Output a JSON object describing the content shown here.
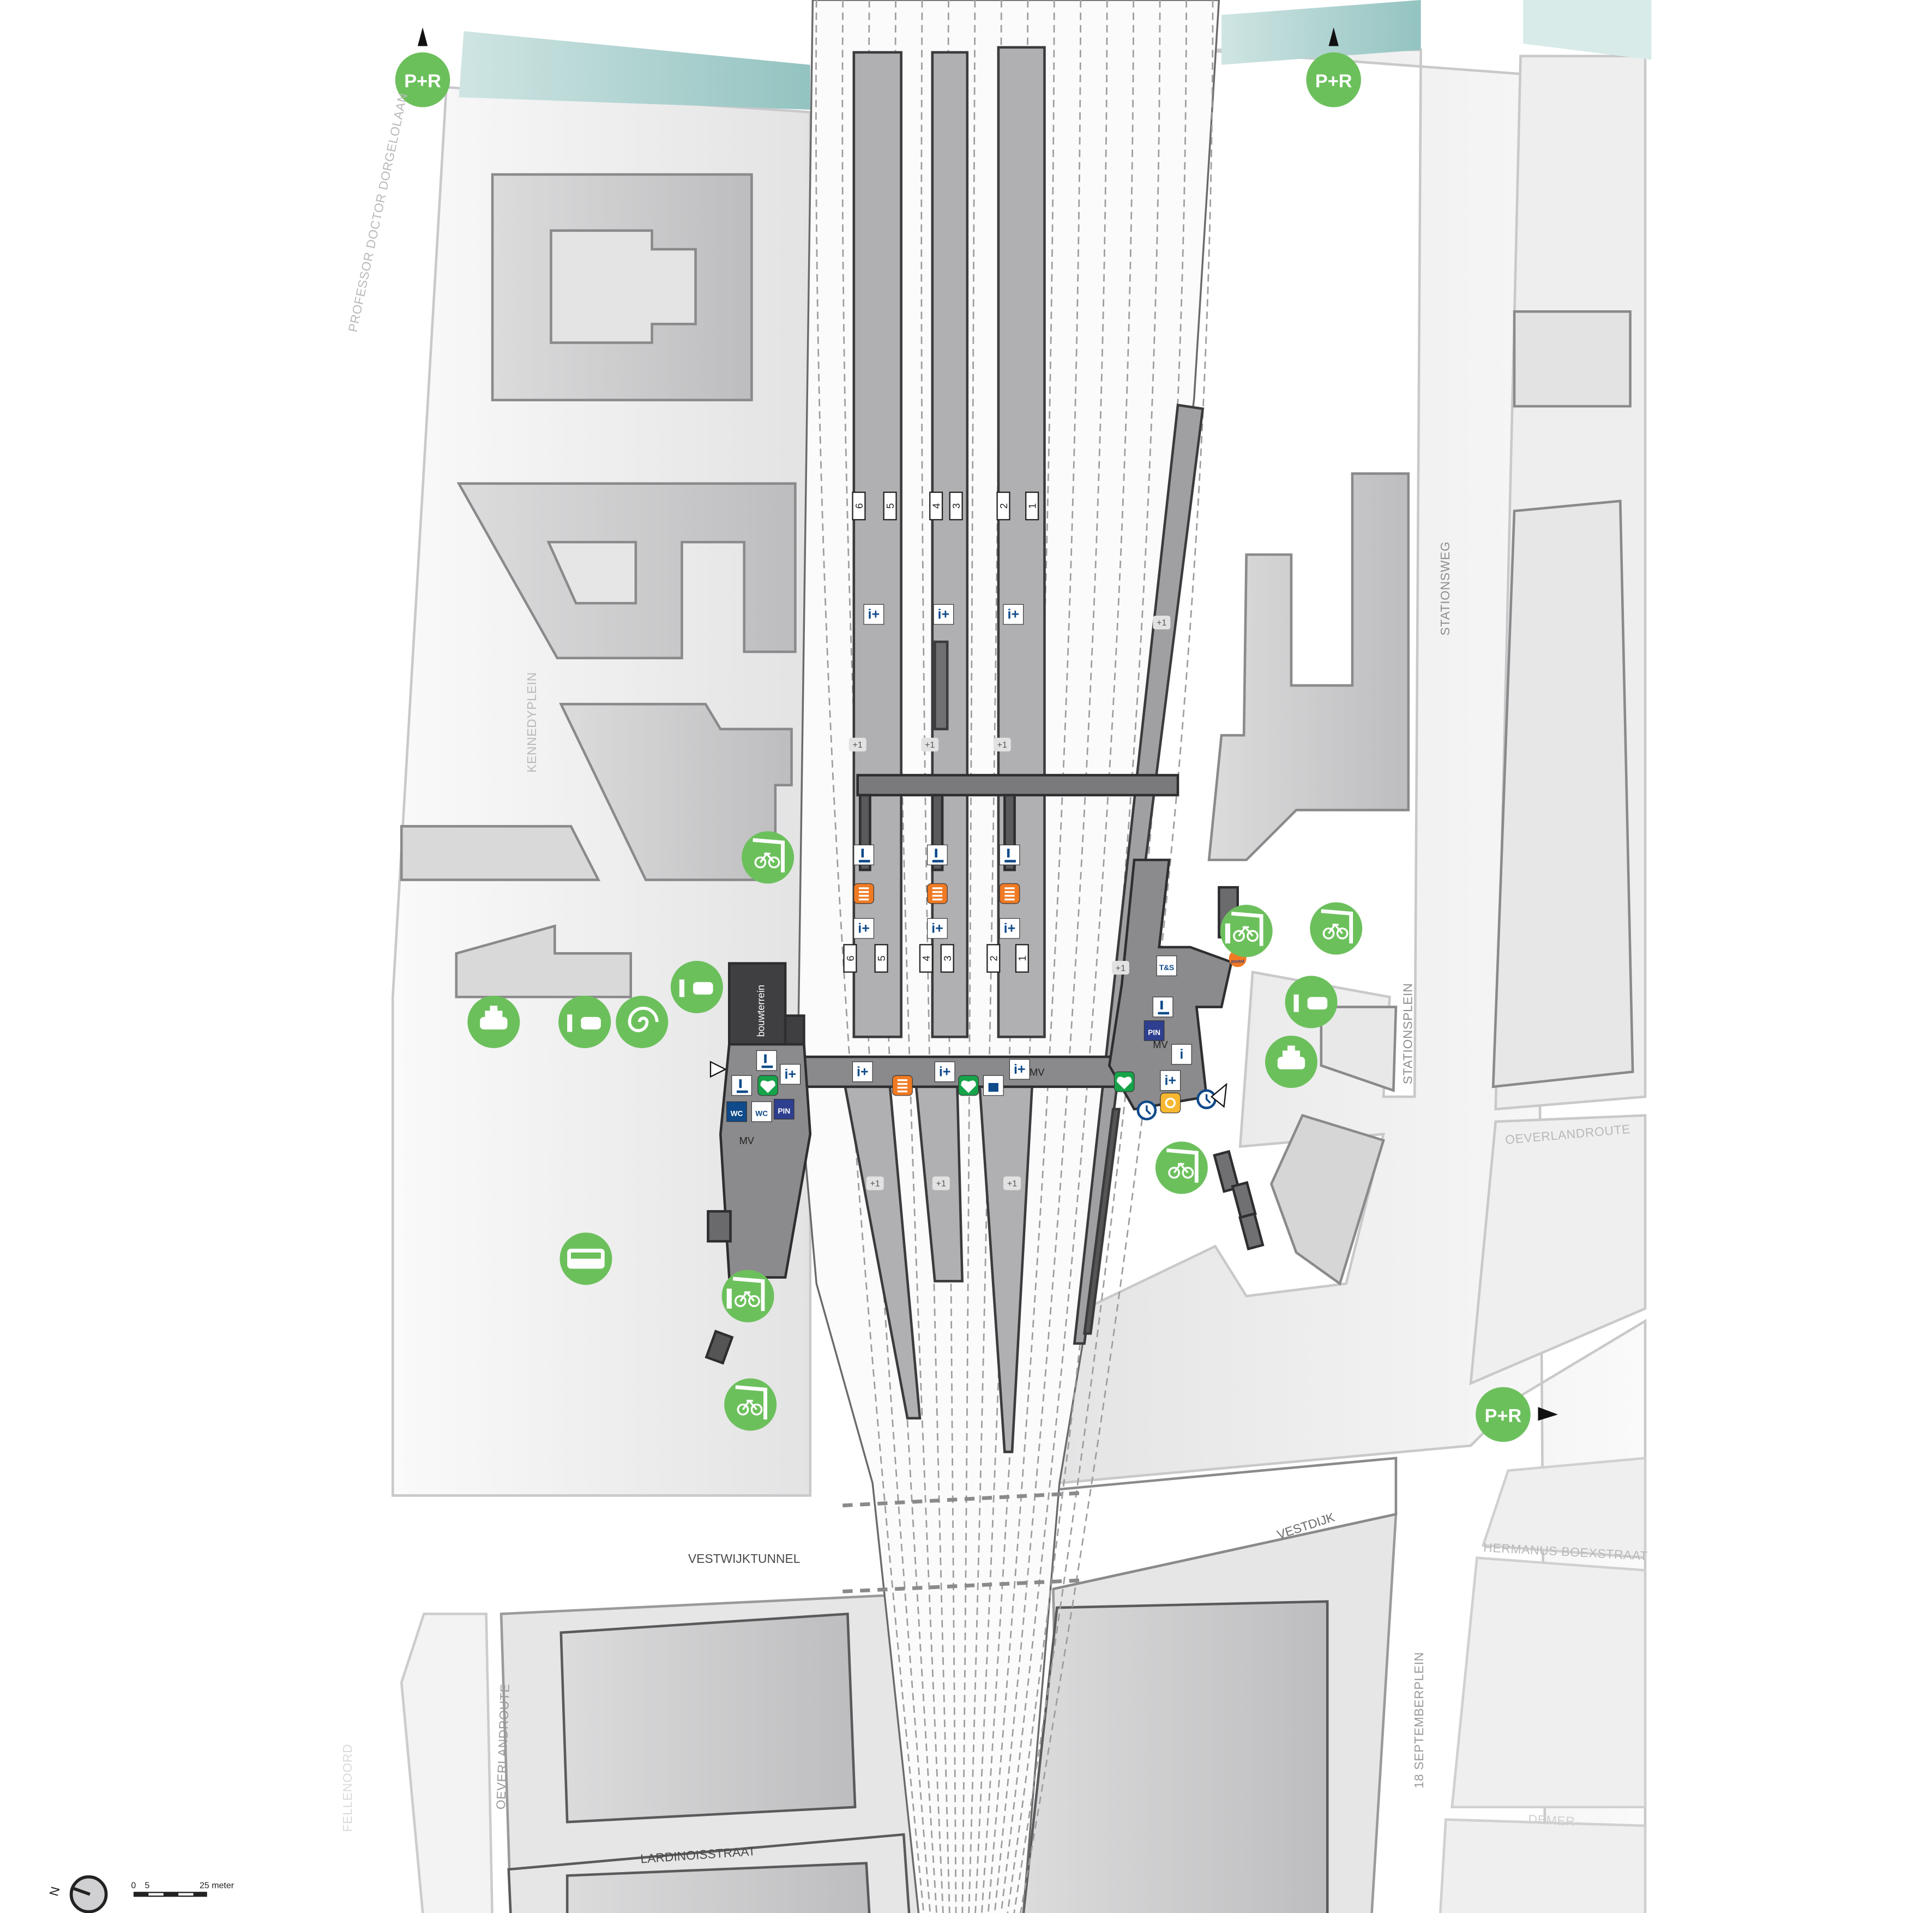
{
  "colors": {
    "green": "#6cc05c",
    "water": "#a7d0ce",
    "building": "#c9c9cb",
    "ground": "#e8e8e9",
    "platform": "#a9a9ab",
    "station": "#7b7b7d",
    "info_blue": "#0f4a8a",
    "aed_green": "#17a34a",
    "ticket_orange": "#f07a23",
    "photo_yellow": "#f7b731"
  },
  "streets": {
    "professor_doctor_dorgelolaan": "PROFESSOR DOCTOR DORGELOLAAN",
    "kennedyplein": "KENNEDYPLEIN",
    "stationsweg": "STATIONSWEG",
    "stationsplein": "STATIONSPLEIN",
    "oeverlandroute_right": "OEVERLANDROUTE",
    "vestdijk": "VESTDIJK",
    "hermanus_boexstraat": "HERMANUS BOEXSTRAAT",
    "vestwijktunnel": "VESTWIJKTUNNEL",
    "oeverlandroute_left": "OEVERLANDROUTE",
    "fellenoord": "FELLENOORD",
    "september_plein": "18 SEPTEMBERPLEIN",
    "demer": "DEMER",
    "lardinoisstraat": "LARDINOISSTRAAT"
  },
  "park_and_ride": {
    "label": "P+R"
  },
  "platforms": {
    "north_numbers": [
      "6",
      "5",
      "4",
      "3",
      "2",
      "1"
    ],
    "south_numbers": [
      "6",
      "5",
      "4",
      "3",
      "2",
      "1"
    ],
    "level_label": "+1"
  },
  "labels": {
    "construction_site": "bouwterrein",
    "mv": "MV",
    "info_plus": "i+",
    "info": "i",
    "wc": "WC",
    "pin": "PIN",
    "ts": "T&S",
    "postnl": "postnl"
  },
  "green_icons": [
    "bicycle-parking",
    "taxi",
    "kiss-and-ride",
    "taxi",
    "kiss-and-ride",
    "spiral-art",
    "bus",
    "guarded-bicycle-parking",
    "bicycle-parking",
    "guarded-bicycle-parking",
    "bicycle-parking",
    "kiss-and-ride",
    "taxi",
    "bicycle-parking"
  ],
  "scale": {
    "zero": "0",
    "five": "5",
    "end": "25 meter",
    "north": "N"
  }
}
